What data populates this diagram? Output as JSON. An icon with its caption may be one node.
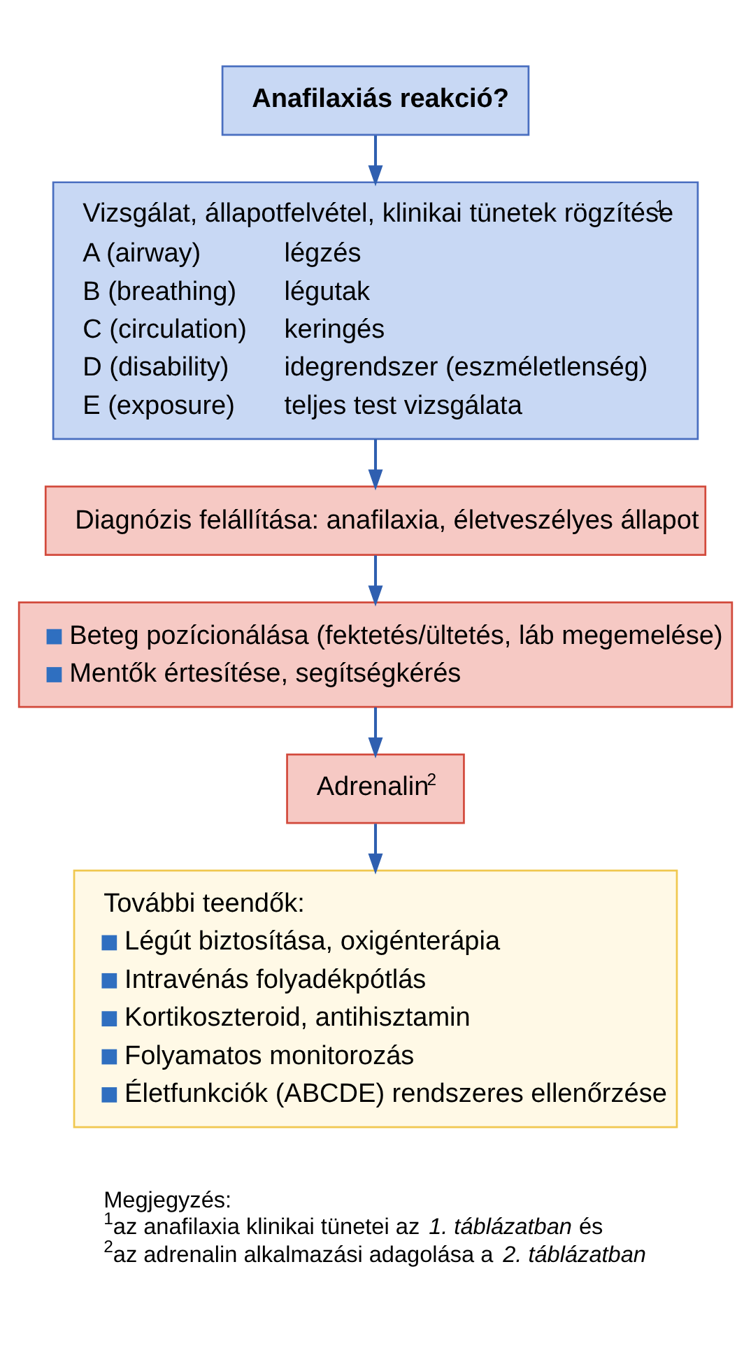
{
  "diagram": {
    "nodes": [
      {
        "text": [
          "Anafilaxiás reakció?"
        ]
      },
      {
        "text": [
          "Vizsgálat, állapotfelvétel, klinikai tünetek rögzítése$^{1}$",
          "A (airway)",
          "légzés",
          "B (breathing)",
          "légutak",
          "C (circulation)",
          "keringés",
          "D (disability)",
          "idegrendszer (eszméletlenség)",
          "E (exposure)",
          "teljes test vizsgálata"
        ]
      },
      {
        "text": [
          "Diagnózis felállítása: anafilaxia, életveszélyes állapot"
        ]
      },
      {
        "text": [
          "Beteg pozícionálása (fektetés/ültetés, láb megemelése)",
          "Mentők értesítése, segítségkérés"
        ]
      },
      {
        "text": [
          "Adrenalin$^{2}$"
        ]
      },
      {
        "text": [
          "További teendők:",
          "Légút biztosítása, oxigénterápia",
          "Intravénás folyadékpótlás",
          "Kortikoszteroid, antihisztamin",
          "Folyamatos monitorozás",
          "Életfunkciók (ABCDE) rendszeres ellenőrzése"
        ]
      }
    ],
    "edges": [
      {
        "from": 0,
        "to": 1,
        "arrow": "to"
      },
      {
        "from": 1,
        "to": 2,
        "arrow": "to"
      },
      {
        "from": 2,
        "to": 3,
        "arrow": "to"
      },
      {
        "from": 3,
        "to": 4,
        "arrow": "to"
      },
      {
        "from": 4,
        "to": 5,
        "arrow": "to"
      }
    ],
    "labels": [
      "Megjegyzés:",
      "$^{1}$az anafilaxia klinikai tünetei az *1. táblázatban* és",
      "$^{2}$az adrenalin alkalmazási adagolása a *2. táblázatban*"
    ]
  }
}
